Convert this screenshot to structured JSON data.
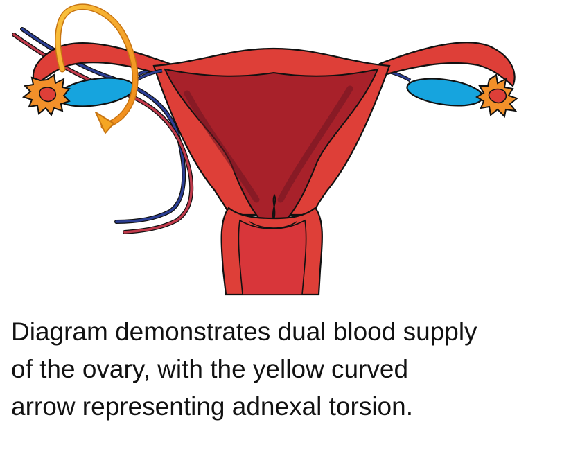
{
  "caption": {
    "lines": [
      "Diagram demonstrates dual blood supply",
      "of the ovary, with the yellow curved",
      "arrow representing adnexal torsion."
    ]
  },
  "colors": {
    "uterus_fill": "#de3f38",
    "uterus_dark": "#a8212a",
    "outline": "#111111",
    "ovary": "#16a4de",
    "fimbriae": "#f2902a",
    "artery": "#c0394a",
    "vein": "#2b3e94",
    "torsion_arrow": "#f5a623"
  },
  "icons": {
    "torsion": "curved-arrow-icon"
  }
}
